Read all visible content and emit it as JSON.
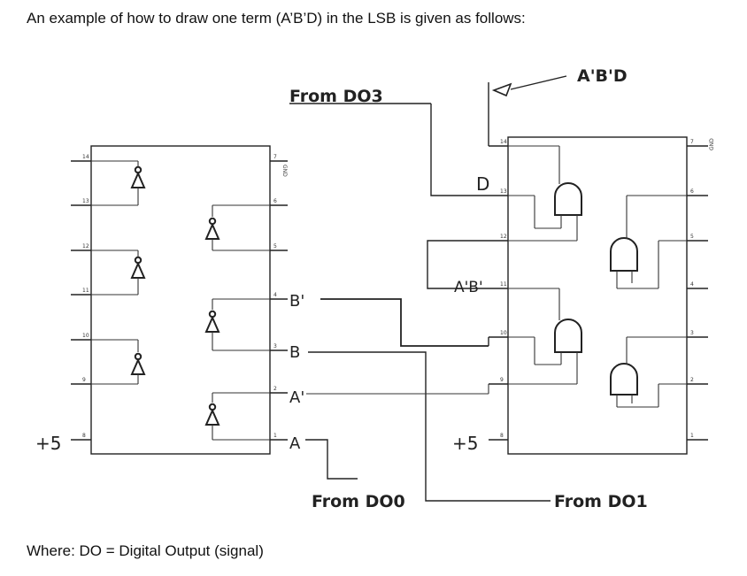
{
  "intro_text": "An example of how to draw one term (A’B’D) in the LSB is given as follows:",
  "footnote_text": "Where: DO = Digital Output (signal)",
  "labels": {
    "from_do3": "From DO3",
    "from_do0": "From DO0",
    "from_do1": "From DO1",
    "output_term": "A'B'D",
    "d_input": "D",
    "ab_intermediate": "A'B'",
    "b_prime": "B'",
    "b": "B",
    "a_prime": "A'",
    "a": "A",
    "plus5_left": "+5",
    "plus5_right": "+5",
    "gnd_left": "GND",
    "gnd_right": "GND"
  },
  "pin_numbers": {
    "left_chip_left": [
      "1",
      "2",
      "3",
      "4",
      "5",
      "6",
      "7"
    ],
    "left_chip_right": [
      "14",
      "13",
      "12",
      "11",
      "10",
      "9",
      "8"
    ],
    "right_chip_left": [
      "1",
      "2",
      "3",
      "4",
      "5",
      "6",
      "7"
    ],
    "right_chip_right": [
      "14",
      "13",
      "12",
      "11",
      "10",
      "9",
      "8"
    ]
  }
}
